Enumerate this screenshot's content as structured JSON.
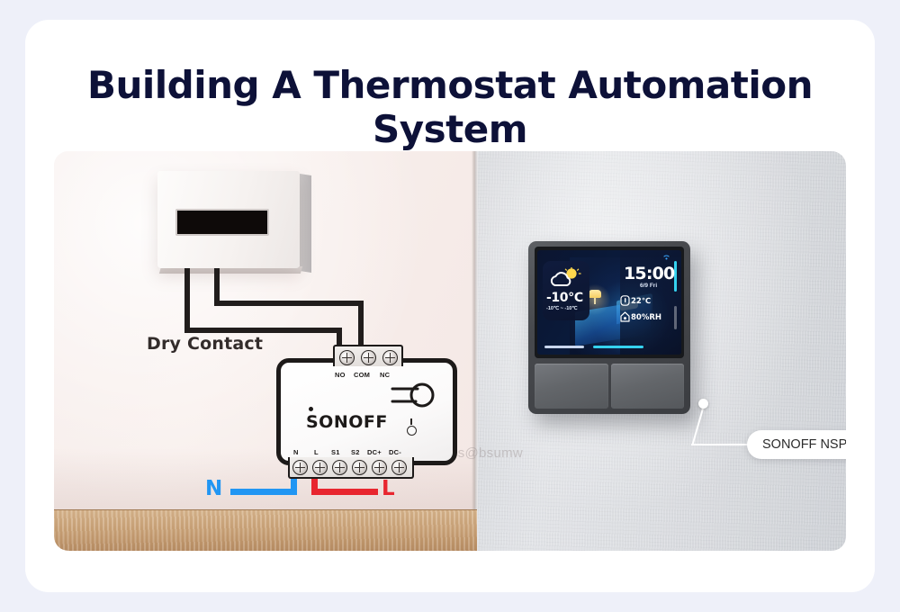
{
  "page": {
    "background_color": "#eef0f9",
    "card_color": "#ffffff"
  },
  "header": {
    "title": "Building A Thermostat Automation System",
    "title_color": "#0d1138"
  },
  "diagram": {
    "watermark": "sales@bsumw",
    "labels": {
      "dry_contact": "Dry Contact",
      "neutral_wire": "N",
      "live_wire": "L"
    },
    "wire_colors": {
      "neutral": "#2196f3",
      "live": "#e8262f",
      "signal": "#211d1c"
    },
    "callout": {
      "label": "SONOFF NSPanel"
    }
  },
  "module": {
    "brand": "SONOFF",
    "top_terminals": [
      "NO",
      "COM",
      "NC"
    ],
    "bottom_terminals": [
      "N",
      "L",
      "S1",
      "S2",
      "DC+",
      "DC-"
    ],
    "icons": {
      "relay": "relay-icon",
      "led": "led-indicator-icon"
    }
  },
  "nspanel": {
    "screen": {
      "clock": "15:00",
      "date": "6/9 Fri",
      "weather": {
        "temperature": "-10℃",
        "range": "-10℃ ~ -10℃",
        "icon": "partly-cloudy-icon"
      },
      "readings": [
        {
          "icon": "thermometer-icon",
          "value": "22℃"
        },
        {
          "icon": "humidity-icon",
          "value": "80%RH"
        }
      ],
      "status_icons": [
        "wifi-icon"
      ],
      "accent_color": "#35d2ef"
    },
    "buttons": [
      "left-touch-button",
      "right-touch-button"
    ]
  }
}
